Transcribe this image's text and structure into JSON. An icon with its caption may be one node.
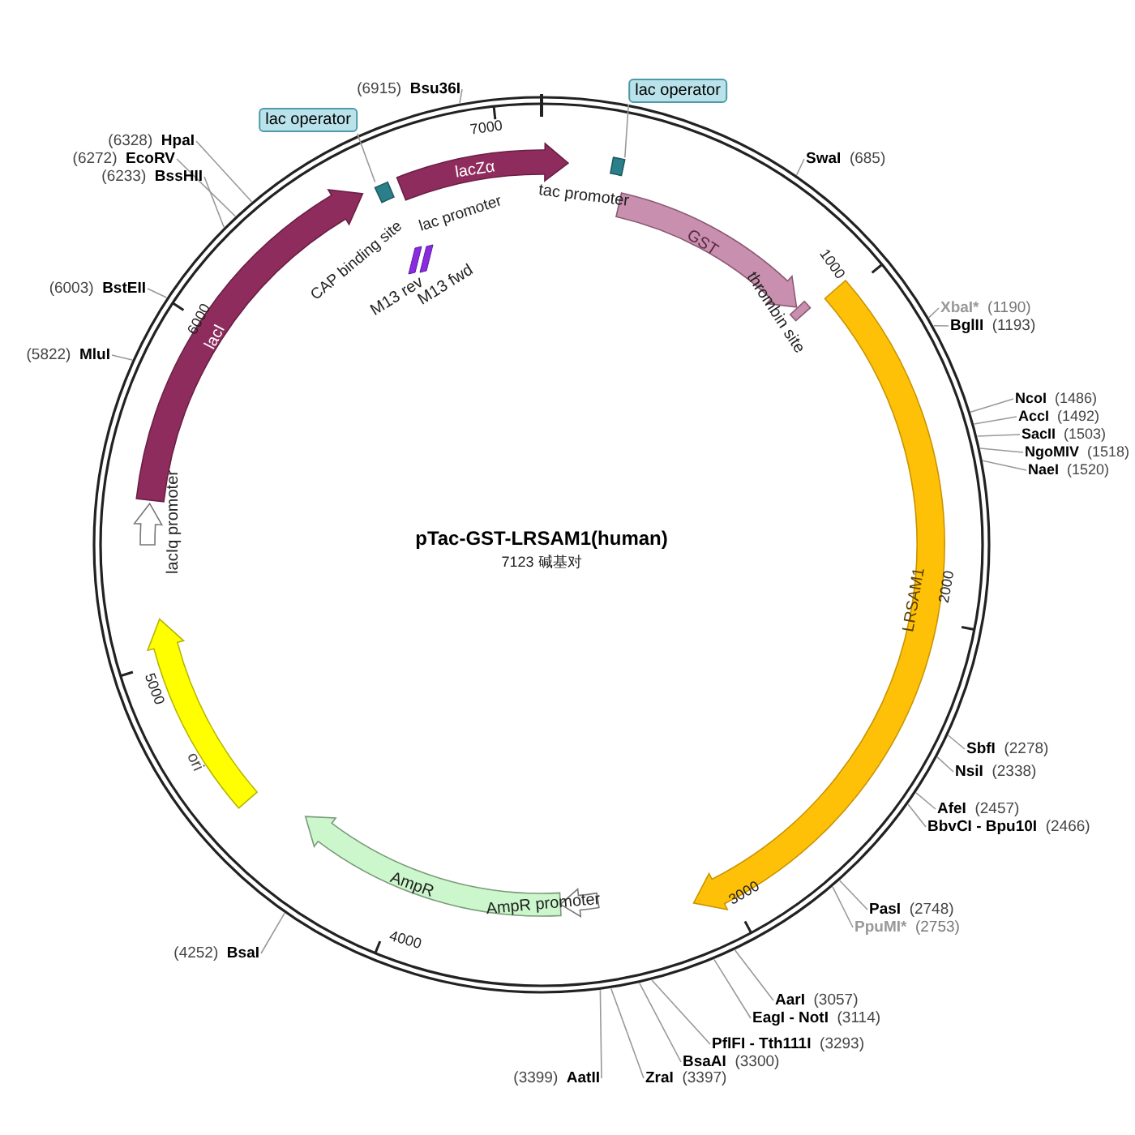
{
  "diagram": {
    "title": "pTac-GST-LRSAM1(human)",
    "nodes": [
      {
        "text": [
          "(6915)",
          "Bsu36I"
        ]
      },
      {
        "text": [
          "lac operator"
        ]
      },
      {
        "text": [
          "lac operator"
        ]
      },
      {
        "text": [
          "SwaI",
          "(685)"
        ]
      },
      {
        "text": [
          "(6328)",
          "HpaI"
        ]
      },
      {
        "text": [
          "(6272)",
          "EcoRV"
        ]
      },
      {
        "text": [
          "(6233)",
          "BssHII"
        ]
      },
      {
        "text": [
          "(6003)",
          "BstEII"
        ]
      },
      {
        "text": [
          "XbaI*",
          "(1190)"
        ]
      },
      {
        "text": [
          "BglII",
          "(1193)"
        ]
      },
      {
        "text": [
          "NcoI",
          "(1486)"
        ]
      },
      {
        "text": [
          "AccI",
          "(1492)"
        ]
      },
      {
        "text": [
          "SacII",
          "(1503)"
        ]
      },
      {
        "text": [
          "NgoMIV",
          "(1518)"
        ]
      },
      {
        "text": [
          "NaeI",
          "(1520)"
        ]
      },
      {
        "text": [
          "(5822)",
          "MluI"
        ]
      },
      {
        "text": [
          "SbfI",
          "(2278)"
        ]
      },
      {
        "text": [
          "NsiI",
          "(2338)"
        ]
      },
      {
        "text": [
          "AfeI",
          "(2457)"
        ]
      },
      {
        "text": [
          "BbvCI - Bpu10I",
          "(2466)"
        ]
      },
      {
        "text": [
          "PasI",
          "(2748)"
        ]
      },
      {
        "text": [
          "PpuMI*",
          "(2753)"
        ]
      },
      {
        "text": [
          "(4252)",
          "BsaI"
        ]
      },
      {
        "text": [
          "AarI",
          "(3057)"
        ]
      },
      {
        "text": [
          "EagI - NotI",
          "(3114)"
        ]
      },
      {
        "text": [
          "PflFI - Tth111I",
          "(3293)"
        ]
      },
      {
        "text": [
          "BsaAI",
          "(3300)"
        ]
      },
      {
        "text": [
          "(3399)",
          "AatII"
        ]
      },
      {
        "text": [
          "ZraI",
          "(3397)"
        ]
      },
      {
        "text": [],
        "shape": "box"
      },
      {
        "text": [],
        "shape": "box"
      }
    ],
    "edges": [
      {
        "from": 0,
        "to": null,
        "arrow": "none"
      },
      {
        "from": 1,
        "to": 29,
        "arrow": "none"
      },
      {
        "from": 2,
        "to": 30,
        "arrow": "none"
      },
      {
        "from": 3,
        "to": null,
        "arrow": "none"
      },
      {
        "from": 4,
        "to": null,
        "arrow": "none"
      },
      {
        "from": 5,
        "to": null,
        "arrow": "none"
      },
      {
        "from": 6,
        "to": null,
        "arrow": "none"
      },
      {
        "from": 7,
        "to": null,
        "arrow": "none"
      },
      {
        "from": 8,
        "to": null,
        "arrow": "none"
      },
      {
        "from": 9,
        "to": null,
        "arrow": "none"
      },
      {
        "from": 10,
        "to": null,
        "arrow": "none"
      },
      {
        "from": 11,
        "to": null,
        "arrow": "none"
      },
      {
        "from": 12,
        "to": null,
        "arrow": "none"
      },
      {
        "from": 13,
        "to": null,
        "arrow": "none"
      },
      {
        "from": 14,
        "to": null,
        "arrow": "none"
      },
      {
        "from": 15,
        "to": null,
        "arrow": "none"
      },
      {
        "from": 16,
        "to": null,
        "arrow": "none"
      },
      {
        "from": 17,
        "to": null,
        "arrow": "none"
      },
      {
        "from": 18,
        "to": null,
        "arrow": "none"
      },
      {
        "from": 19,
        "to": null,
        "arrow": "none"
      },
      {
        "from": 20,
        "to": null,
        "arrow": "none"
      },
      {
        "from": 21,
        "to": null,
        "arrow": "none"
      },
      {
        "from": 22,
        "to": null,
        "arrow": "none"
      },
      {
        "from": 23,
        "to": null,
        "arrow": "none"
      },
      {
        "from": 24,
        "to": null,
        "arrow": "none"
      },
      {
        "from": 25,
        "to": null,
        "arrow": "none"
      },
      {
        "from": 26,
        "to": null,
        "arrow": "none"
      },
      {
        "from": 27,
        "to": null,
        "arrow": "none"
      },
      {
        "from": 28,
        "to": null,
        "arrow": "none"
      }
    ],
    "labels": [
      "7000",
      "lacZα",
      "tac promoter",
      "GST",
      "lac promoter",
      "CAP binding site",
      "M13 rev",
      "M13 fwd",
      "1000",
      "thrombin site",
      "6000",
      "lacI",
      "lacIq promoter",
      "7123 碱基对",
      "LRSAM1",
      "2000",
      "5000",
      "ori",
      "AmpR",
      "AmpR promoter",
      "3000",
      "4000"
    ]
  }
}
